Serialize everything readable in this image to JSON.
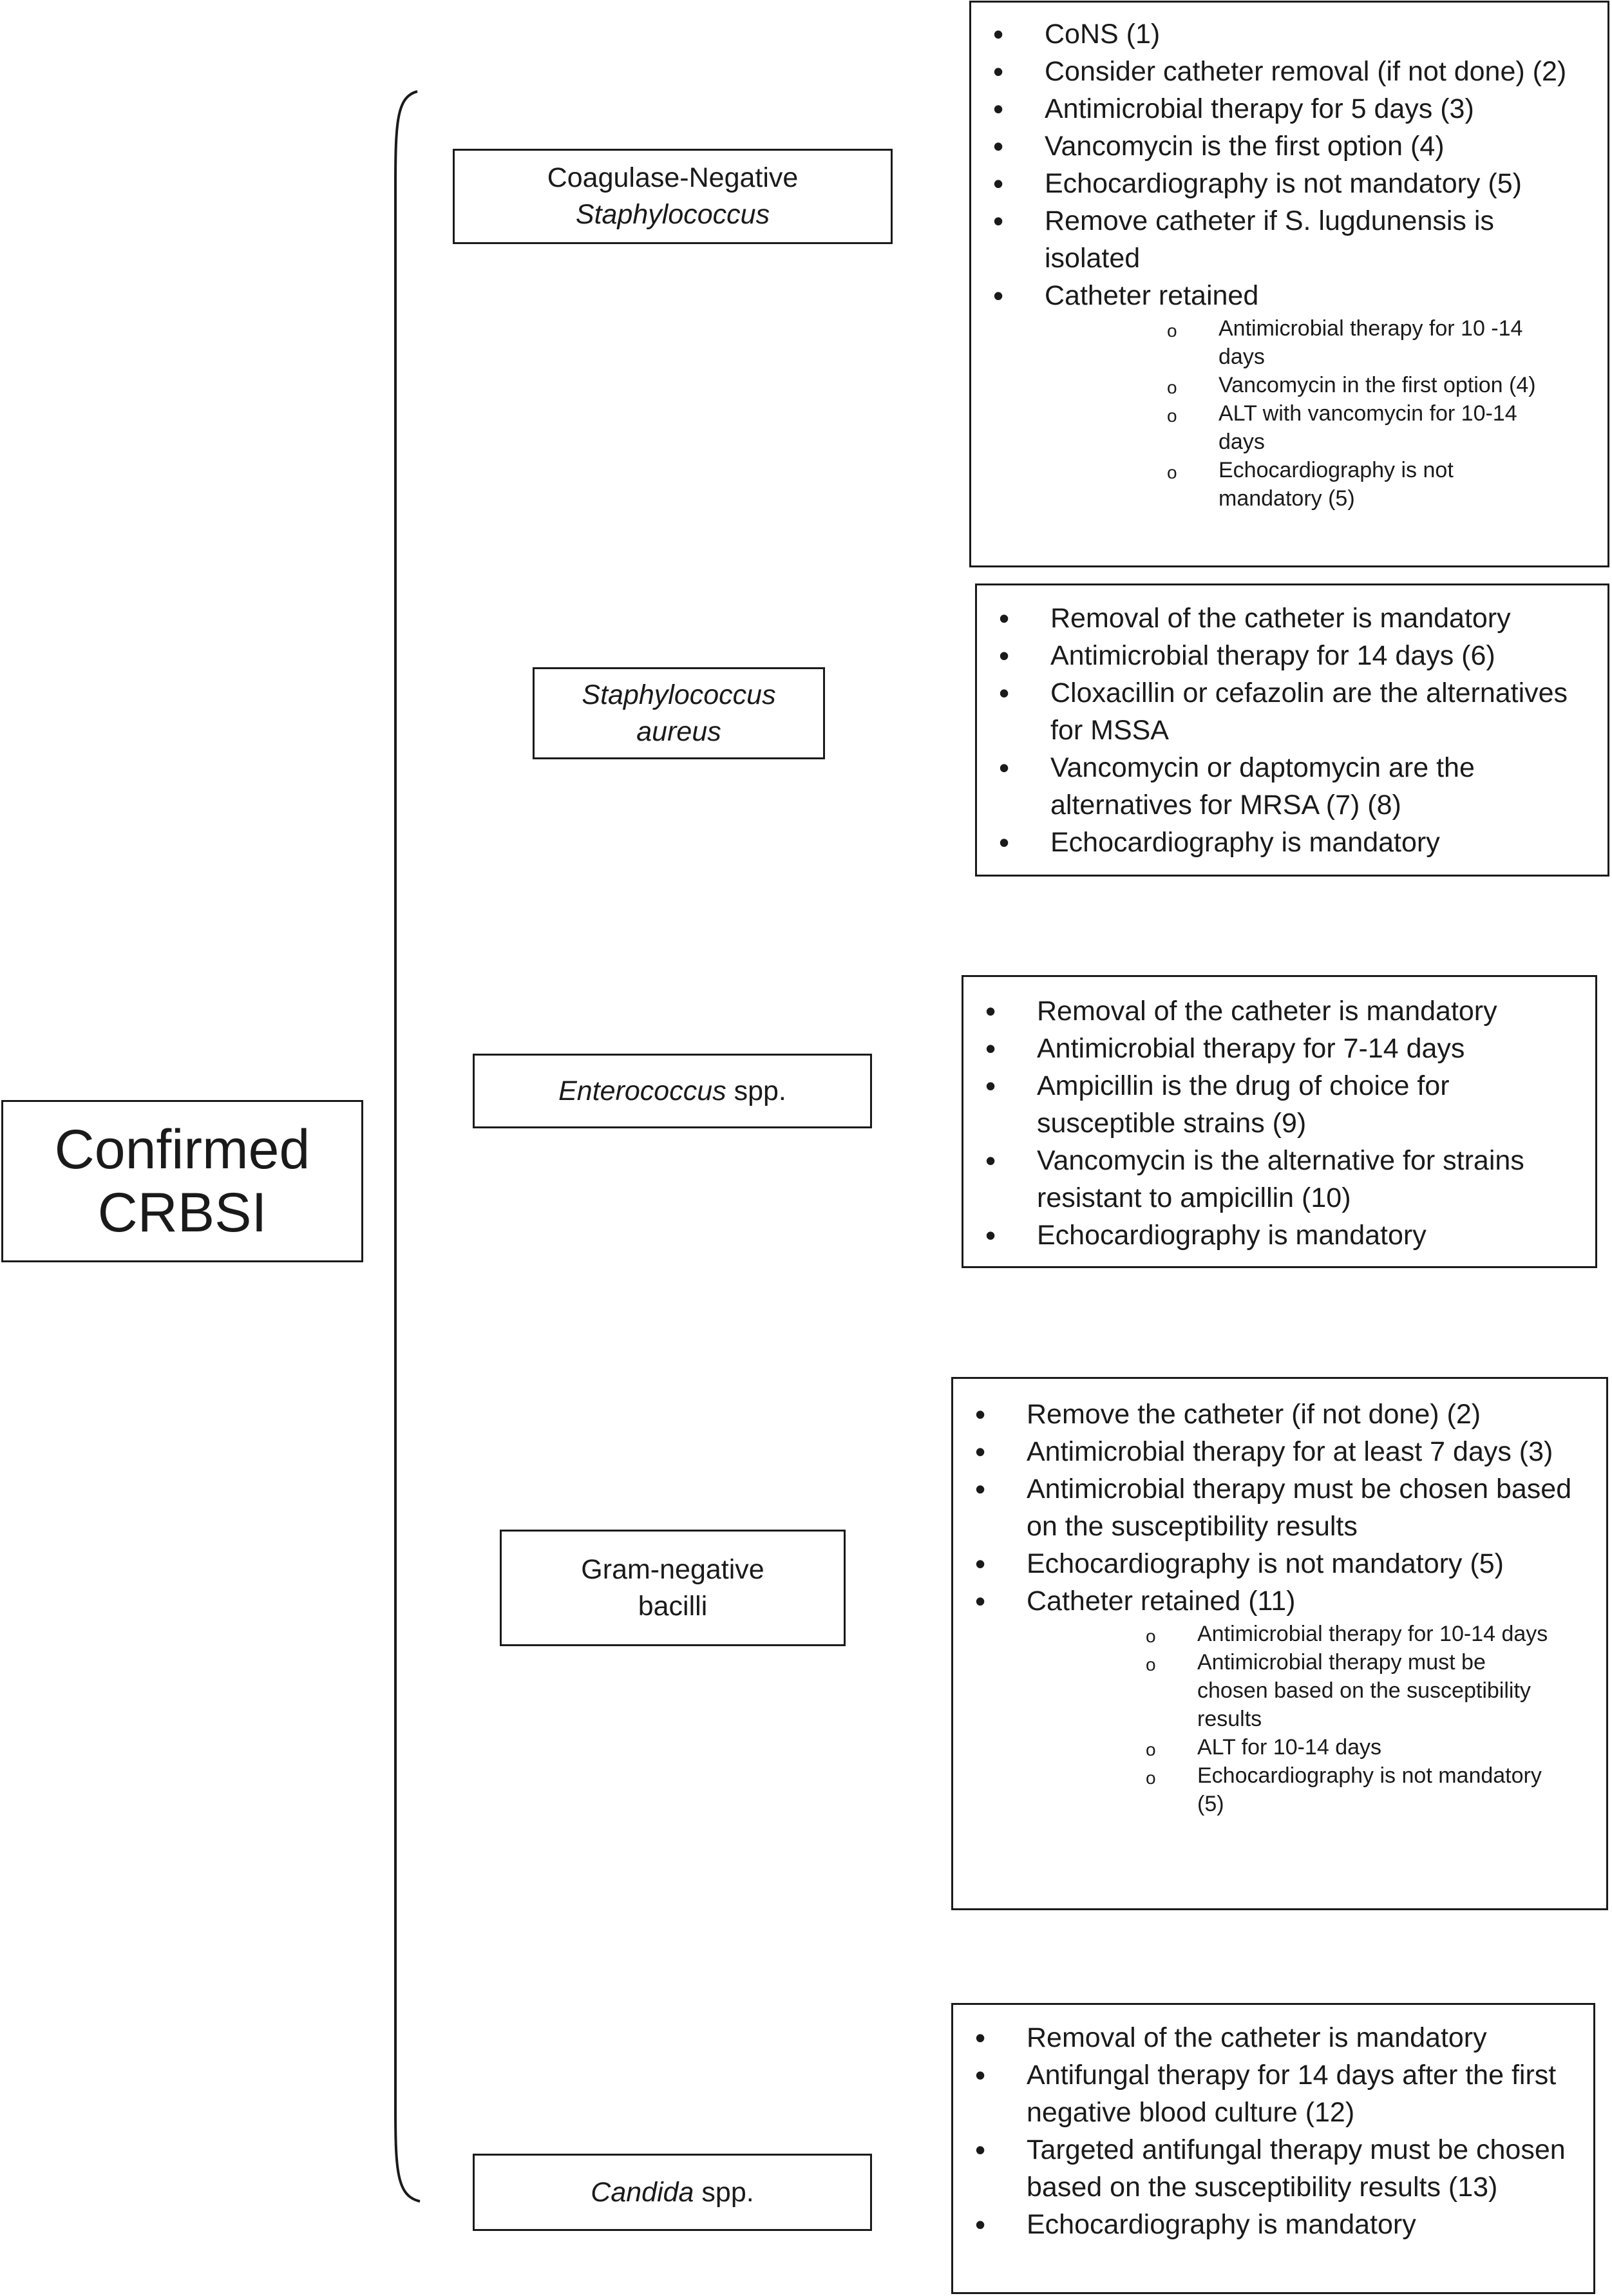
{
  "root": {
    "line1": "Confirmed",
    "line2": "CRBSI"
  },
  "organisms": [
    {
      "name_parts": [
        {
          "text": "Coagulase-Negative",
          "italic": false
        },
        {
          "text": "Staphylococcus",
          "italic": true
        }
      ],
      "layout": "two-line",
      "recommendations": [
        "CoNS (1)",
        "Consider catheter removal (if not done) (2)",
        "Antimicrobial therapy for 5 days (3)",
        "Vancomycin is the first option (4)",
        "Echocardiography is not mandatory (5)",
        "Remove catheter if S. lugdunensis is isolated",
        "Catheter retained"
      ],
      "sub_recommendations": [
        "Antimicrobial therapy for 10 -14 days",
        "Vancomycin in the first option (4)",
        "ALT with vancomycin for 10-14 days",
        "Echocardiography is not mandatory (5)"
      ]
    },
    {
      "name_parts": [
        {
          "text": "Staphylococcus",
          "italic": true
        },
        {
          "text": "aureus",
          "italic": true
        }
      ],
      "layout": "two-line",
      "recommendations": [
        "Removal of the catheter is mandatory",
        "Antimicrobial therapy for 14 days (6)",
        "Cloxacillin or cefazolin are the alternatives for MSSA",
        "Vancomycin or daptomycin are the alternatives for MRSA (7) (8)",
        "Echocardiography is mandatory"
      ]
    },
    {
      "name_parts": [
        {
          "text": "Enterococcus",
          "italic": true
        },
        {
          "text": " spp.",
          "italic": false
        }
      ],
      "layout": "inline",
      "recommendations": [
        "Removal of the catheter is mandatory",
        "Antimicrobial therapy for 7-14 days",
        "Ampicillin is the drug of choice for susceptible strains (9)",
        "Vancomycin is the alternative for strains resistant to ampicillin (10)",
        "Echocardiography is mandatory"
      ]
    },
    {
      "name_parts": [
        {
          "text": "Gram-negative",
          "italic": false
        },
        {
          "text": "bacilli",
          "italic": false
        }
      ],
      "layout": "two-line",
      "recommendations": [
        "Remove the catheter (if not done) (2)",
        "Antimicrobial therapy for at least 7 days (3)",
        "Antimicrobial therapy must be chosen based on the susceptibility results",
        "Echocardiography is not mandatory (5)",
        "Catheter retained (11)"
      ],
      "sub_recommendations": [
        "Antimicrobial therapy for 10-14 days",
        "Antimicrobial therapy must be chosen based on the susceptibility results",
        "ALT for 10-14 days",
        "Echocardiography is not mandatory (5)"
      ]
    },
    {
      "name_parts": [
        {
          "text": "Candida",
          "italic": true
        },
        {
          "text": " spp.",
          "italic": false
        }
      ],
      "layout": "inline",
      "recommendations": [
        "Removal of the catheter is mandatory",
        "Antifungal therapy for 14 days after the first negative blood culture (12)",
        "Targeted antifungal therapy must be chosen based on the susceptibility results (13)",
        "Echocardiography is mandatory"
      ]
    }
  ]
}
